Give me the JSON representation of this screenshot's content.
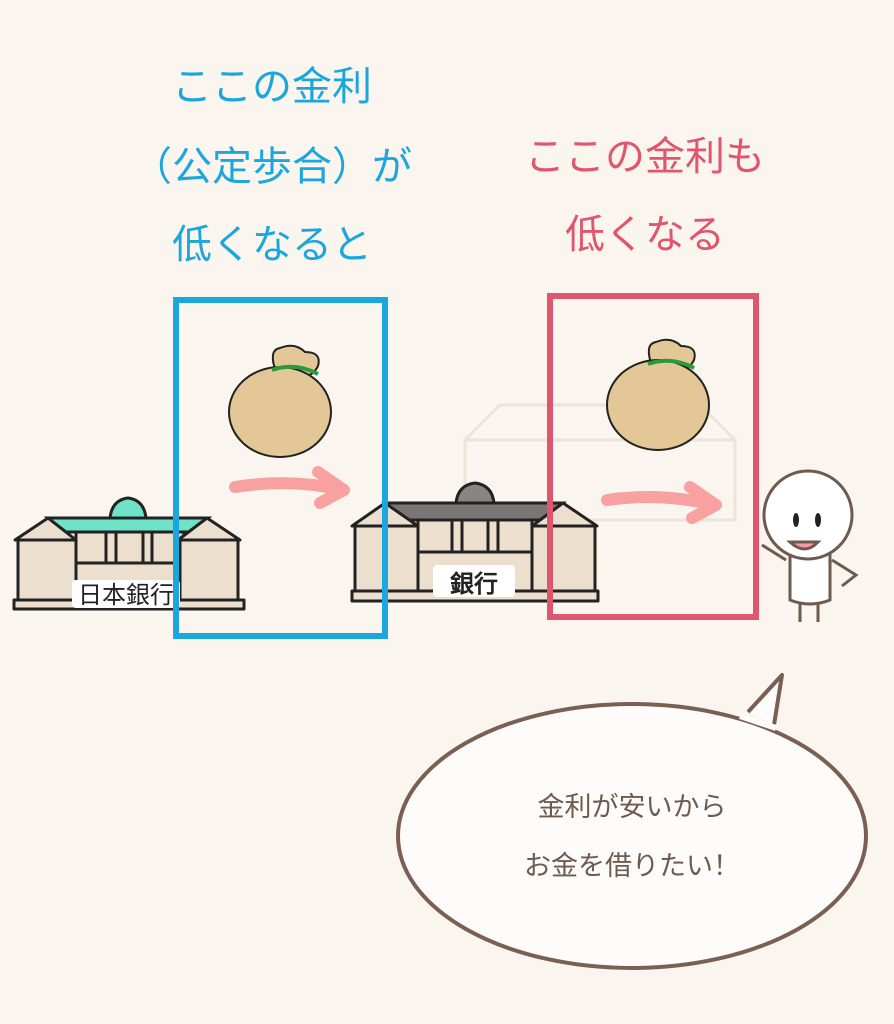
{
  "left_caption": [
    "ここの金利",
    "（公定歩合）が",
    "低くなると"
  ],
  "right_caption": [
    "ここの金利も",
    "低くなる"
  ],
  "central_bank_label": "日本銀行",
  "bank_label": "銀行",
  "speech_bubble": [
    "金利が安いから",
    "お金を借りたい！"
  ],
  "colors": {
    "blue": "#1ba7dd",
    "pink": "#e0566f",
    "arrow": "#f9a0a0",
    "background": "#faf5ee"
  }
}
